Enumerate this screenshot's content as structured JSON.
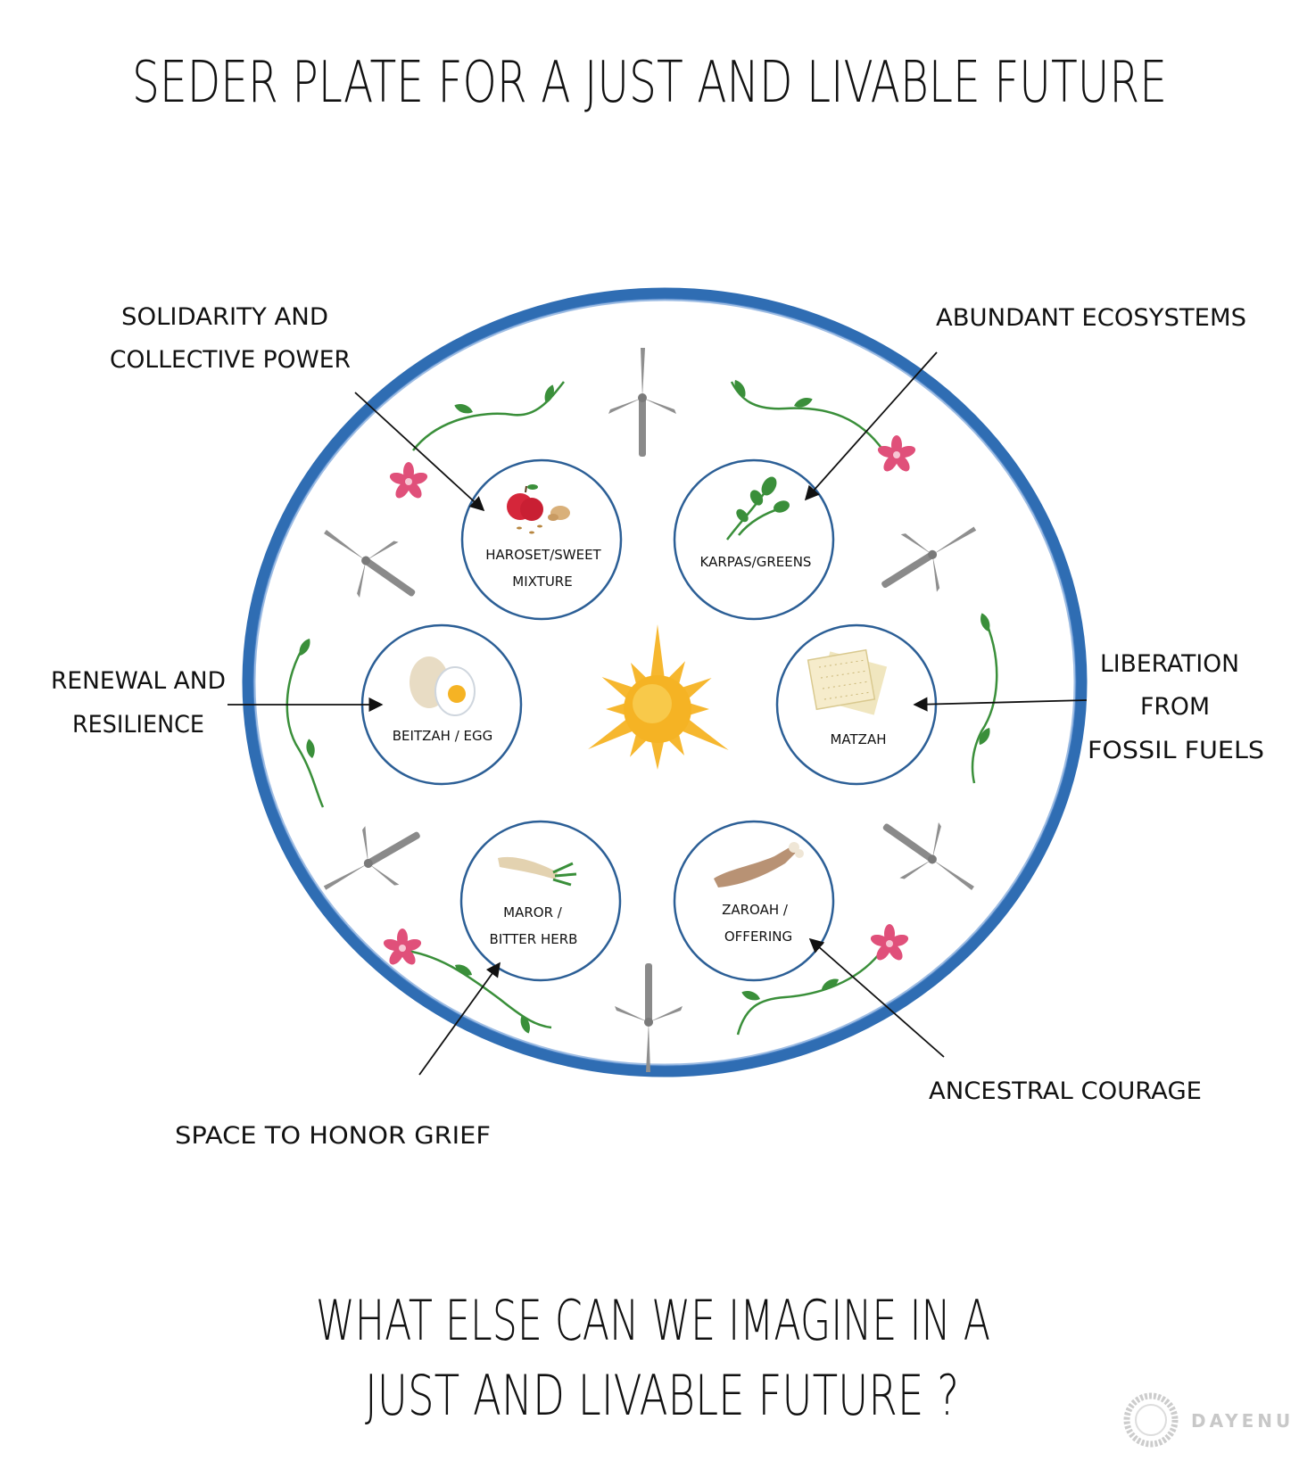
{
  "title": "SEDER PLATE FOR A JUST AND LIVABLE FUTURE",
  "plate": {
    "items": {
      "haroset_line1": "HAROSET/SWEET",
      "haroset_line2": "MIXTURE",
      "karpas": "KARPAS/GREENS",
      "beitzah": "BEITZAH / EGG",
      "matzah": "MATZAH",
      "maror_line1": "MAROR /",
      "maror_line2": "BITTER HERB",
      "zaroah_line1": "ZAROAH /",
      "zaroah_line2": "OFFERING"
    }
  },
  "callouts": {
    "solidarity_line1": "SOLIDARITY AND",
    "solidarity_line2": "COLLECTIVE POWER",
    "ecosystems": "ABUNDANT ECOSYSTEMS",
    "renewal_line1": "RENEWAL AND",
    "renewal_line2": "RESILIENCE",
    "liberation_line1": "LIBERATION",
    "liberation_line2": "FROM",
    "liberation_line3": "FOSSIL FUELS",
    "grief": "SPACE TO HONOR GRIEF",
    "courage": "ANCESTRAL COURAGE"
  },
  "question": {
    "line1": "WHAT ELSE CAN WE IMAGINE IN A",
    "line2": "JUST AND LIVABLE FUTURE ?"
  },
  "logo": {
    "text": "DAYENU"
  },
  "colors": {
    "plate_rim": "#2f6db3",
    "inner_circle": "#2c5f96",
    "sun": "#f5b324",
    "turbine": "#8c8c8c",
    "vine": "#3a8f3a",
    "flower": "#e0507a",
    "ink": "#111111",
    "logo": "#c8c8c8"
  }
}
